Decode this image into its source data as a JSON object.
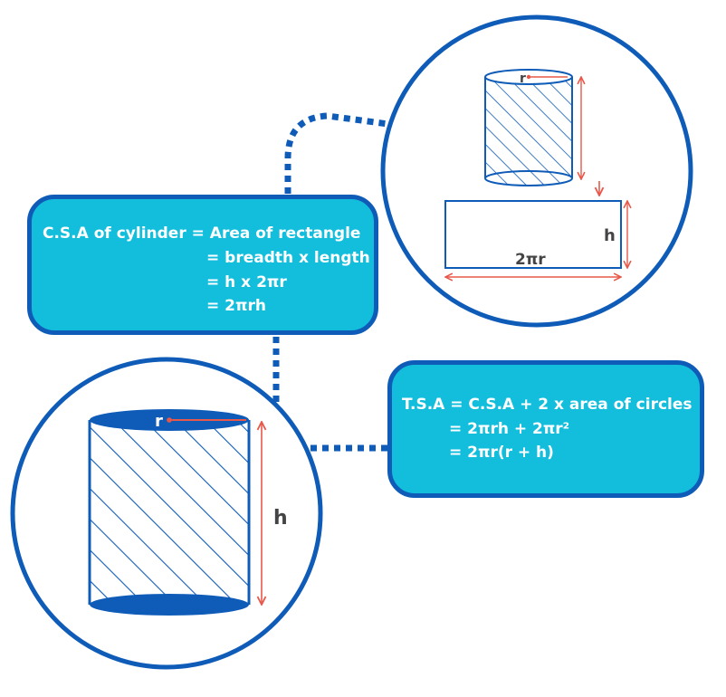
{
  "csa": {
    "line1": "C.S.A of cylinder = Area of rectangle",
    "line2": "= breadth x length",
    "line3": "= h x 2πr",
    "line4": "= 2πrh"
  },
  "tsa": {
    "line1": "T.S.A =  C.S.A + 2 x area of circles",
    "line2": "= 2πrh + 2πr²",
    "line3": "= 2πr(r + h)"
  },
  "labels": {
    "r_small": "r",
    "h_rect": "h",
    "width_rect": "2πr",
    "r_big": "r",
    "h_big": "h"
  },
  "colors": {
    "accent_blue": "#0f5cb8",
    "box_fill": "#12bedc",
    "dimension_red": "#e8584a",
    "label_gray": "#444444"
  }
}
